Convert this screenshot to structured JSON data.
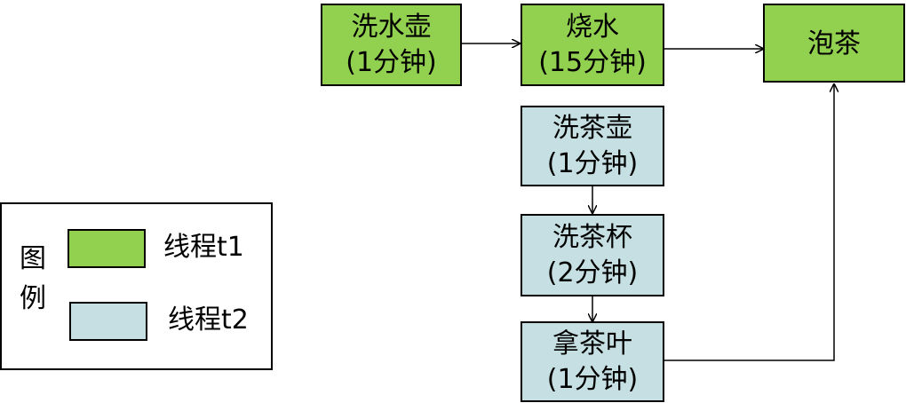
{
  "nodes": {
    "wash_kettle": {
      "line1": "洗水壶",
      "line2": "(1分钟)"
    },
    "boil_water": {
      "line1": "烧水",
      "line2": "(15分钟)"
    },
    "make_tea": {
      "line1": "泡茶"
    },
    "wash_teapot": {
      "line1": "洗茶壶",
      "line2": "(1分钟)"
    },
    "wash_cups": {
      "line1": "洗茶杯",
      "line2": "(2分钟)"
    },
    "get_tea": {
      "line1": "拿茶叶",
      "line2": "(1分钟)"
    }
  },
  "legend": {
    "title_line1": "图",
    "title_line2": "例",
    "items": [
      {
        "label": "线程t1",
        "color": "#92d050"
      },
      {
        "label": "线程t2",
        "color": "#c5dfe2"
      }
    ]
  },
  "colors": {
    "thread1": "#92d050",
    "thread2": "#c5dfe2"
  }
}
